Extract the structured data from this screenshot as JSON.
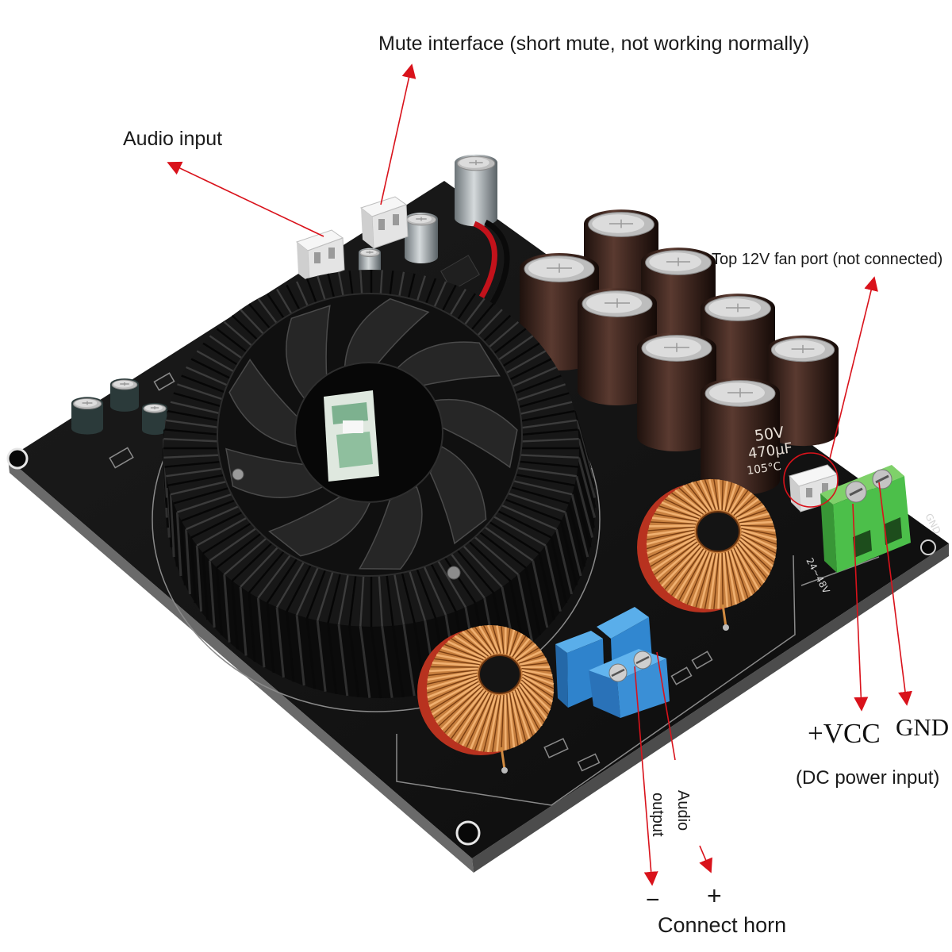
{
  "annotations": {
    "mute_interface": "Mute interface (short mute, not working normally)",
    "audio_input": "Audio input",
    "fan_port": "Top 12V fan port (not connected)",
    "vcc": "+VCC",
    "gnd": "GND",
    "dc_power_input": "(DC power input)",
    "audio_output_line1": "Audio",
    "audio_output_line2": "output",
    "minus": "−",
    "plus": "+",
    "connect_horn": "Connect horn"
  },
  "board_markings": {
    "capacitor_voltage": "50V",
    "capacitor_capacitance": "470μF",
    "capacitor_temperature": "105°C",
    "supply_range": "24~48V",
    "ground": "GND"
  },
  "colors": {
    "annotation_arrow": "#d9121b",
    "pcb": "#121212",
    "copper": "#c8803f",
    "toroid_core": "#b8321f",
    "terminal_blue": "#3a8fd6",
    "terminal_green": "#4cbf4a",
    "connector_white": "#f2f2f2"
  }
}
